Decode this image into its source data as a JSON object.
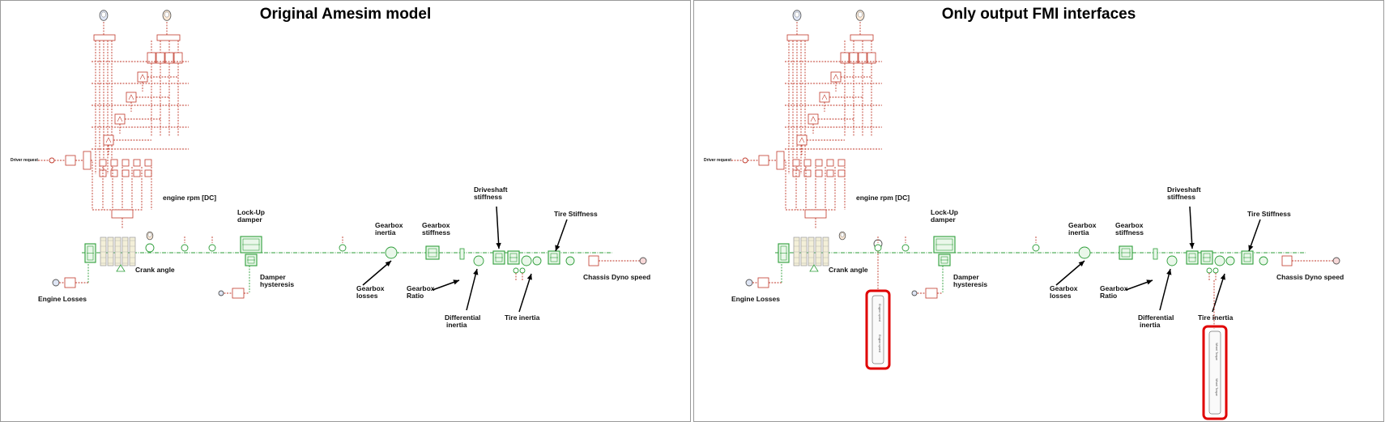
{
  "titles": {
    "left": "Original Amesim model",
    "right": "Only output FMI interfaces"
  },
  "labels": {
    "driver_request": "Driver request",
    "engine_rpm": "engine rpm [DC]",
    "lockup_1": "Lock-Up",
    "lockup_2": "damper",
    "driveshaft_1": "Driveshaft",
    "driveshaft_2": "stiffness",
    "tire_stiffness": "Tire Stiffness",
    "gbox_inertia_1": "Gearbox",
    "gbox_inertia_2": "inertia",
    "gbox_stiff_1": "Gearbox",
    "gbox_stiff_2": "stiffness",
    "crank_angle": "Crank angle",
    "damper_hyst_1": "Damper",
    "damper_hyst_2": "hysteresis",
    "chassis_dyno": "Chassis Dyno speed",
    "gbox_losses_1": "Gearbox",
    "gbox_losses_2": "losses",
    "gbox_ratio_1": "Gearbox",
    "gbox_ratio_2": "Ratio",
    "engine_losses": "Engine Losses",
    "diff_inertia_1": "Differential",
    "diff_inertia_2": "inertia",
    "tire_inertia": "Tire inertia"
  },
  "fmi_outputs": {
    "engine_1": "Engine speed",
    "engine_2": "Engine speed",
    "wheel_1": "Wheel Torque",
    "wheel_2": "Wheel Torque"
  },
  "colors": {
    "control_red": "#c0392b",
    "mech_green": "#2e9e3a",
    "highlight": "#e00000"
  }
}
